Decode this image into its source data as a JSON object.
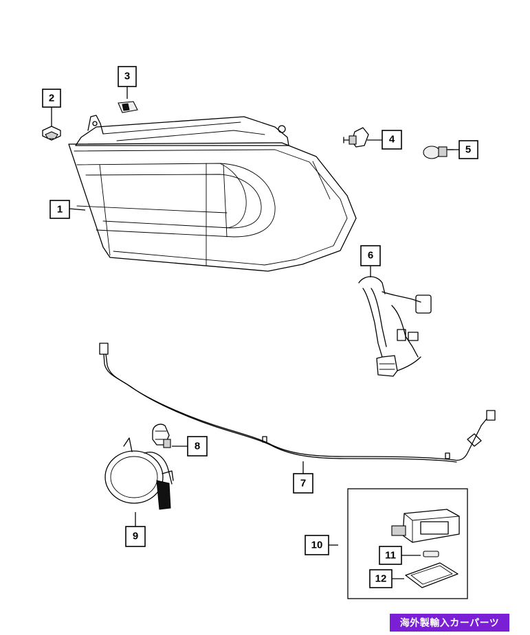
{
  "callouts": {
    "c1": "1",
    "c2": "2",
    "c3": "3",
    "c4": "4",
    "c5": "5",
    "c6": "6",
    "c7": "7",
    "c8": "8",
    "c9": "9",
    "c10": "10",
    "c11": "11",
    "c12": "12"
  },
  "watermark": {
    "text": "海外製輸入カーパーツ",
    "background": "#7b1fd6",
    "text_color": "#ffffff"
  }
}
